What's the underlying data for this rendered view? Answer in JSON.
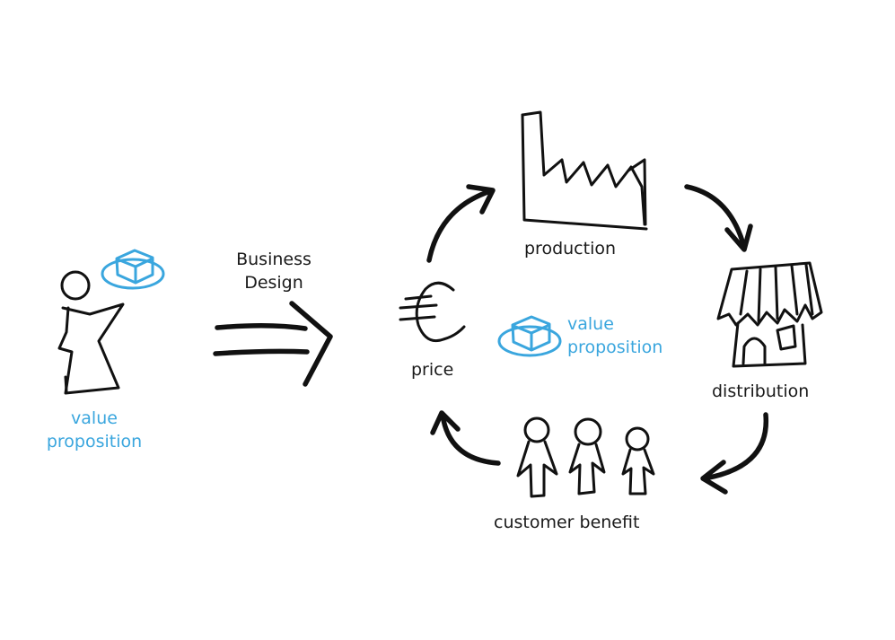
{
  "labels": {
    "left_value_proposition_line1": "value",
    "left_value_proposition_line2": "proposition",
    "business_design_line1": "Business",
    "business_design_line2": "Design",
    "production": "production",
    "distribution": "distribution",
    "customer_benefit": "customer benefit",
    "price": "price",
    "center_value_proposition_line1": "value",
    "center_value_proposition_line2": "proposition"
  },
  "colors": {
    "accent_blue": "#3aa6de",
    "ink": "#111111"
  },
  "icons": {
    "person_with_box": "person-icon",
    "big_arrow": "double-arrow-icon",
    "factory": "factory-icon",
    "shop": "shop-icon",
    "customers": "people-icon",
    "euro": "euro-icon",
    "value_box": "box-icon"
  }
}
